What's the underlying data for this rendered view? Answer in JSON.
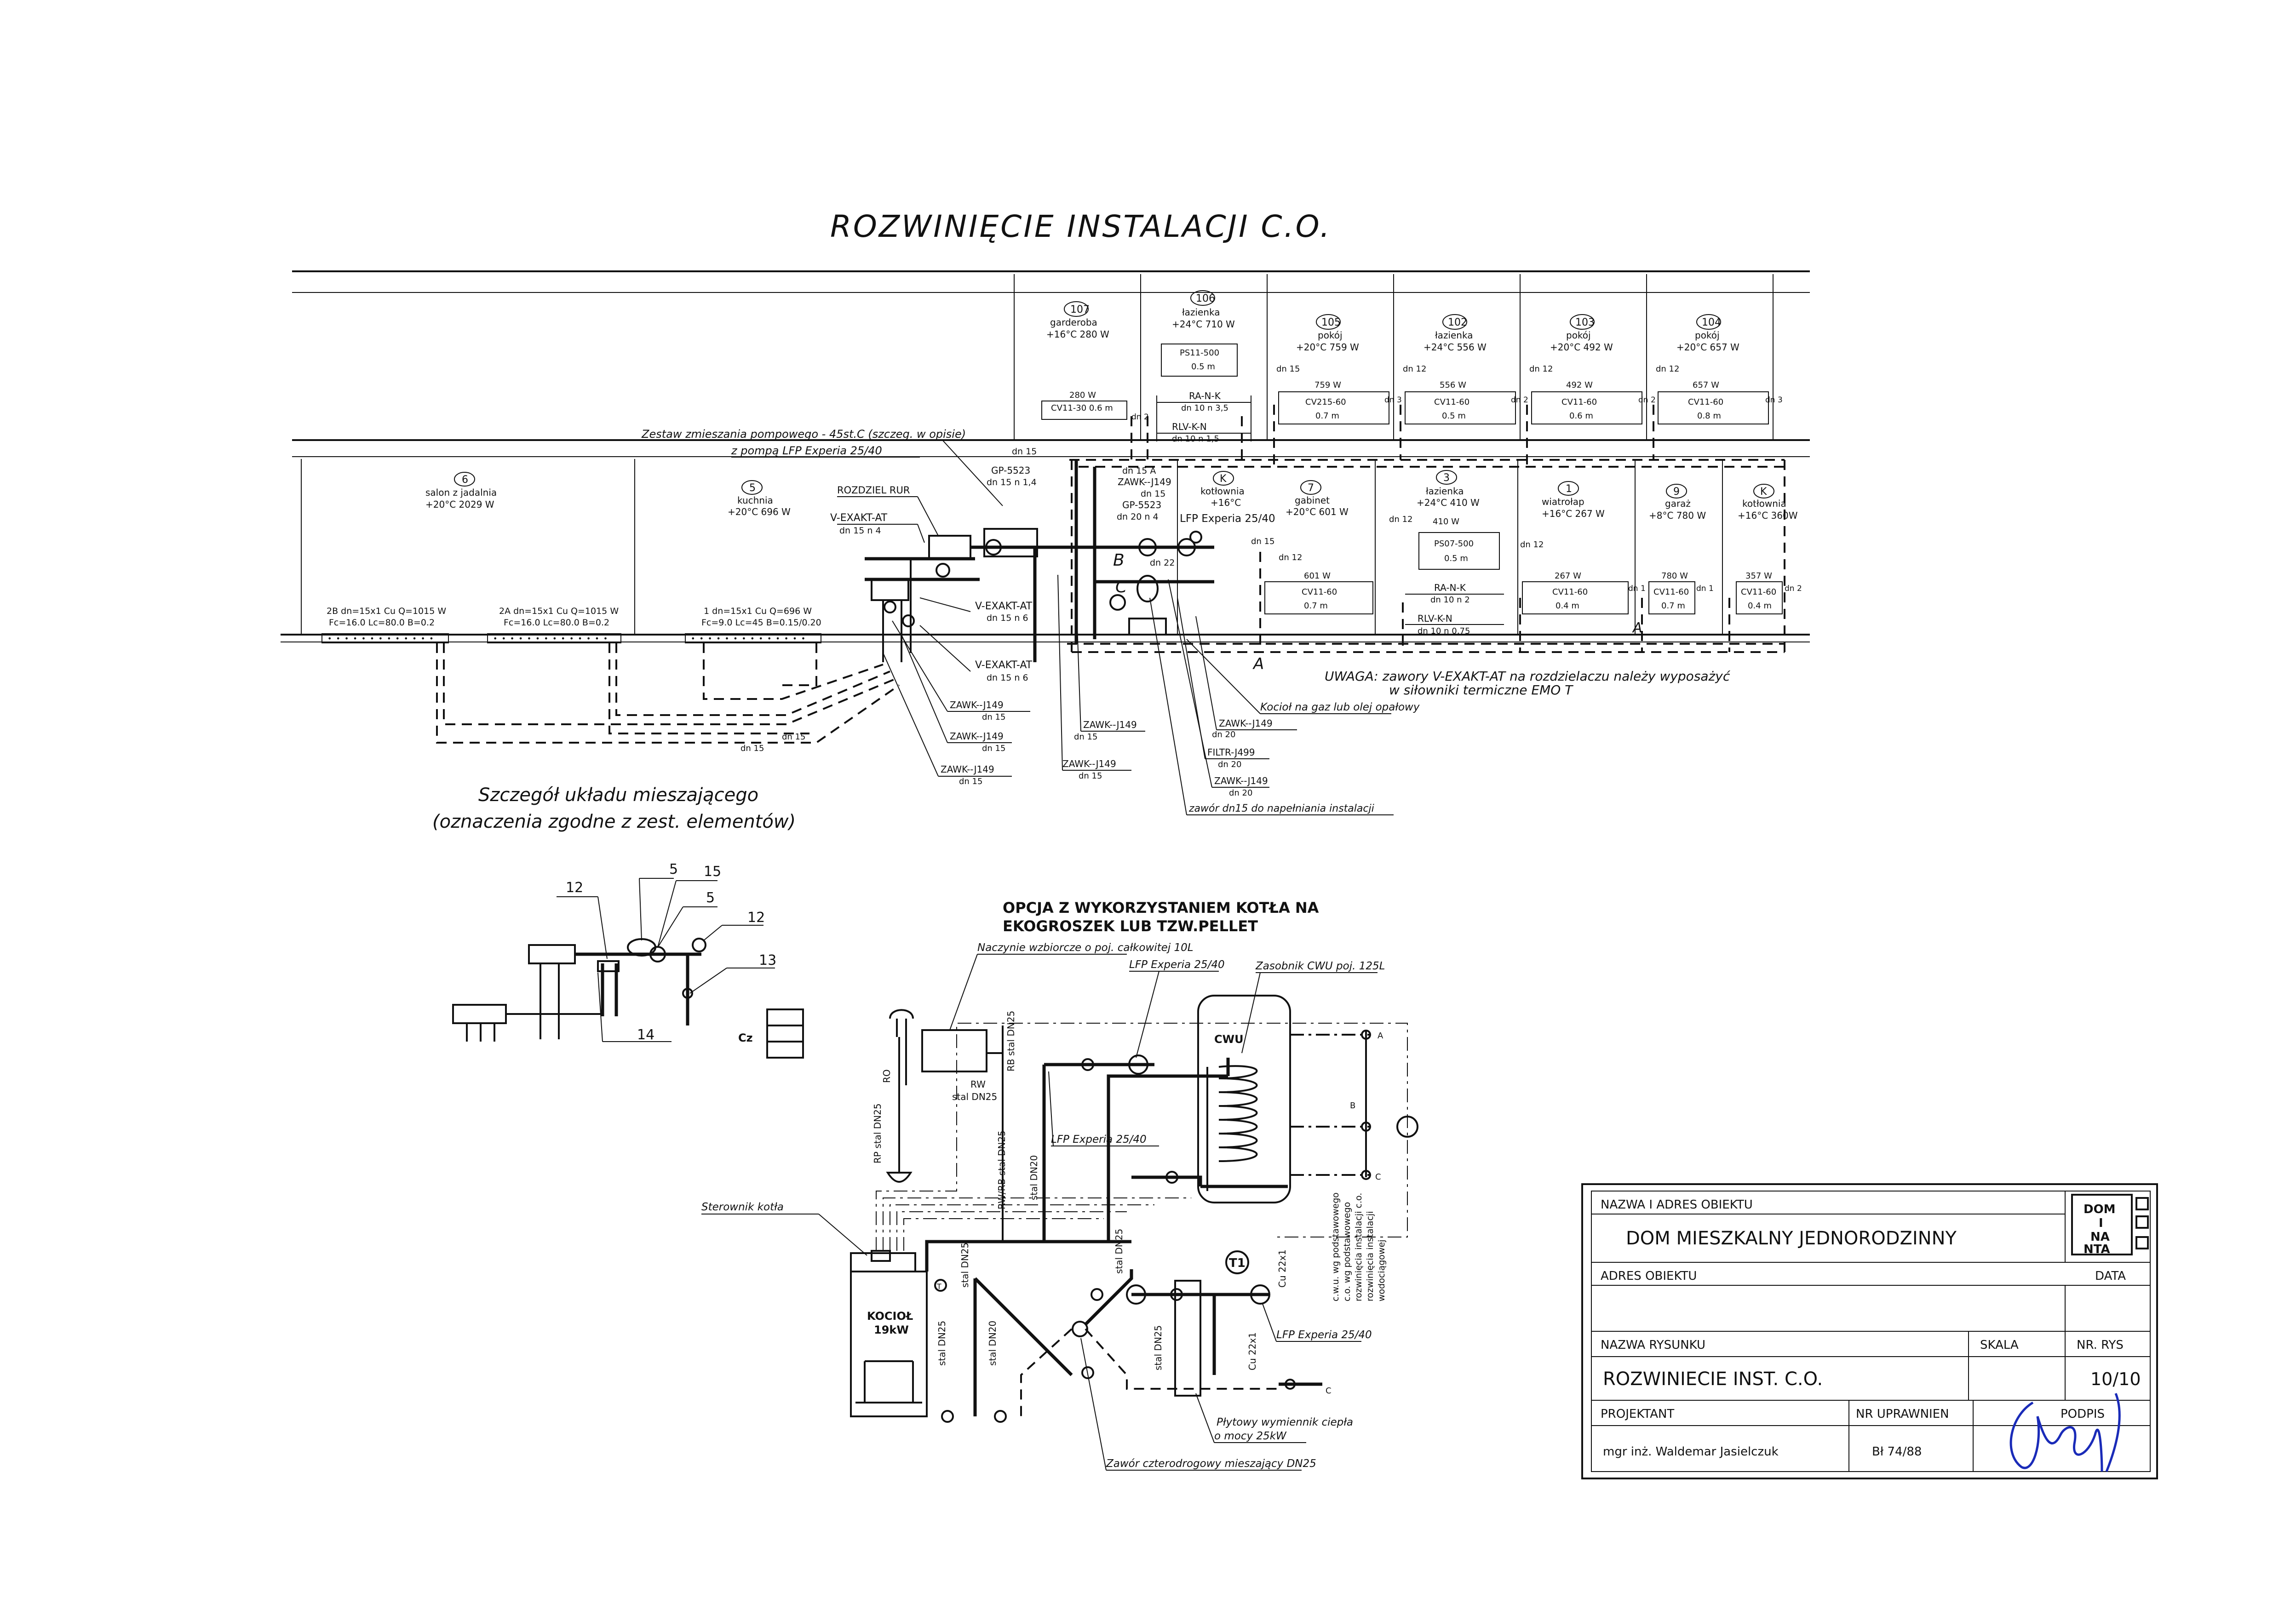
{
  "title": "ROZWINIĘCIE INSTALACJI C.O.",
  "rooms_upper": [
    {
      "num": "107",
      "name": "garderoba",
      "spec": "+16°C 280 W",
      "heater_w": "280 W",
      "heater": "CV11-30 0.6 m",
      "pipe": "dn 2"
    },
    {
      "num": "106",
      "name": "łazienka",
      "spec": "+24°C 710 W",
      "heater_w": "",
      "heater": "PS11-500",
      "len": "0.5 m",
      "valve1": "RA-N-K",
      "valve1_dn": "dn 10 n 3,5",
      "valve2": "RLV-K-N",
      "valve2_dn": "dn 10 n 1,5"
    },
    {
      "num": "105",
      "name": "pokój",
      "spec": "+20°C 759 W",
      "heater_w": "759 W",
      "heater": "CV215-60",
      "len": "0.7 m",
      "pipe": "dn 15",
      "pipe2": "dn 3"
    },
    {
      "num": "102",
      "name": "łazienka",
      "spec": "+24°C 556 W",
      "heater_w": "556 W",
      "heater": "CV11-60",
      "len": "0.5 m",
      "pipe": "dn 12",
      "pipe2": "dn 2"
    },
    {
      "num": "103",
      "name": "pokój",
      "spec": "+20°C 492 W",
      "heater_w": "492 W",
      "heater": "CV11-60",
      "len": "0.6 m",
      "pipe": "dn 12",
      "pipe2": "dn 2"
    },
    {
      "num": "104",
      "name": "pokój",
      "spec": "+20°C 657 W",
      "heater_w": "657 W",
      "heater": "CV11-60",
      "len": "0.8 m",
      "pipe": "dn 12",
      "pipe2": "dn 3"
    }
  ],
  "rooms_lower": [
    {
      "num": "6",
      "name": "salon z jadalnia",
      "spec": "+20°C 2029 W"
    },
    {
      "num": "5",
      "name": "kuchnia",
      "spec": "+20°C 696 W"
    },
    {
      "num": "K",
      "name": "kotłownia",
      "spec": "+16°C"
    },
    {
      "num": "7",
      "name": "gabinet",
      "spec": "+20°C 601 W",
      "heater_w": "601 W",
      "heater": "CV11-60",
      "len": "0.7 m",
      "pipe": "dn 15",
      "pipe2": "dn 12"
    },
    {
      "num": "3",
      "name": "łazienka",
      "spec": "+24°C 410 W",
      "heater_w": "410 W",
      "heater": "PS07-500",
      "len": "0.5 m",
      "valve1": "RA-N-K",
      "valve1_dn": "dn 10 n 2",
      "valve2": "RLV-K-N",
      "valve2_dn": "dn 10 n 0,75",
      "pipe": "dn 12"
    },
    {
      "num": "1",
      "name": "wiatrołap",
      "spec": "+16°C 267 W",
      "heater_w": "267 W",
      "heater": "CV11-60",
      "len": "0.4 m",
      "pipe": "dn 12",
      "pipe2": "dn 1"
    },
    {
      "num": "9",
      "name": "garaż",
      "spec": "+8°C 780 W",
      "heater_w": "780 W",
      "heater": "CV11-60",
      "len": "0.7 m",
      "pipe2": "dn 1"
    },
    {
      "num": "K",
      "name": "kotłownia",
      "spec": "+16°C 360W",
      "heater_w": "357 W",
      "heater": "CV11-60",
      "len": "0.4 m",
      "pipe2": "dn 2"
    }
  ],
  "floor_loops": [
    {
      "l1": "2B dn=15x1 Cu Q=1015 W",
      "l2": "Fc=16.0 Lc=80.0 B=0.2"
    },
    {
      "l1": "2A dn=15x1 Cu Q=1015 W",
      "l2": "Fc=16.0 Lc=80.0 B=0.2"
    },
    {
      "l1": "1 dn=15x1 Cu Q=696 W",
      "l2": "Fc=9.0 Lc=45 B=0.15/0.20"
    }
  ],
  "labels": {
    "mix_set": "Zestaw zmieszania pompowego - 45st.C (szczeg. w opisie)",
    "mix_pump": "z pompą LFP Experia 25/40",
    "distributor": "ROZDZIEL RUR",
    "vexakt1": "V-EXAKT-AT",
    "vexakt1_dn": "dn 15 n 4",
    "vexakt2": "V-EXAKT-AT",
    "vexakt2_dn": "dn 15 n 6",
    "vexakt3": "V-EXAKT-AT",
    "vexakt3_dn": "dn 15 n 6",
    "dn15a": "dn 15",
    "dn15b": "dn 15 n 1,4",
    "gp1": "GP-5523",
    "gp2": "GP-5523",
    "gp2_dn": "dn 20 n 4",
    "dn15A": "dn 15 A",
    "zawk1": "ZAWK--J149",
    "zawk1_dn": "dn 15",
    "lfp": "LFP Experia 25/40",
    "dn22": "dn 22",
    "zawk_a": "ZAWK--J149",
    "zawk_a_dn": "dn 15",
    "zawk_b": "ZAWK--J149",
    "zawk_b_dn": "dn 15",
    "zawk_c": "ZAWK--J149",
    "zawk_c_dn": "dn 15",
    "zawk_d": "ZAWK--J149",
    "zawk_d_dn": "dn 15",
    "zawk_e": "ZAWK--J149",
    "zawk_e_dn": "dn 15",
    "zawk_f": "ZAWK--J149",
    "zawk_f_dn": "dn 20",
    "filtr": "FILTR-J499",
    "filtr_dn": "dn 20",
    "zawk_g": "ZAWK--J149",
    "zawk_g_dn": "dn 20",
    "fill_valve": "zawór dn15 do napełniania instalacji",
    "boiler_gas": "Kocioł na gaz lub olej opałowy",
    "dn15_loop1": "dn 15",
    "dn15_loop2": "dn 15",
    "letterA": "A",
    "letterB": "B",
    "letterC": "C",
    "letterA2": "A",
    "note1": "UWAGA: zawory V-EXAKT-AT na rozdzielaczu należy wyposażyć",
    "note2": "w siłowniki termiczne EMO T"
  },
  "detail": {
    "title1": "Szczegół układu mieszającego",
    "title2": "(oznaczenia zgodne z zest. elementów)",
    "n12a": "12",
    "n5a": "5",
    "n15": "15",
    "n5b": "5",
    "n12b": "12",
    "n13": "13",
    "n14": "14"
  },
  "option": {
    "title1": "OPCJA Z WYKORZYSTANIEM KOTŁA NA",
    "title2": "EKOGROSZEK LUB TZW.PELLET",
    "expansion": "Naczynie wzbiorcze o poj. całkowitej 10L",
    "lfp_top": "LFP Experia 25/40",
    "cwu_tank": "Zasobnik CWU poj. 125L",
    "cwu": "CWU",
    "ro": "RO",
    "rb": "RB stal DN25",
    "rw": "RW",
    "rw_stal": "stal DN25",
    "rp": "RP stal DN25",
    "rwrb": "RW/RB stal DN25",
    "cz": "Cz",
    "lfp_mid": "LFP Experia 25/40",
    "stal_dn20": "stal DN20",
    "controller": "Sterownik kotła",
    "boiler": "KOCIOŁ",
    "boiler_kw": "19kW",
    "stal_dn25_a": "stal DN25",
    "stal_dn25_b": "stal DN25",
    "stal_dn20_b": "stal DN20",
    "stal_dn25_c": "stal DN25",
    "stal_dn25_d": "stal DN25",
    "cu22_a": "Cu 22x1",
    "cu22_b": "Cu 22x1",
    "t1": "T1",
    "t_small": "T",
    "lfp_bottom": "LFP Experia 25/40",
    "plate_hx1": "Płytowy wymiennik ciepła",
    "plate_hx2": "o mocy 25kW",
    "four_way": "Zawór czterodrogowy mieszający DN25",
    "side1": "c.o. wg podstawowego",
    "side2": "rozwinięcia instalacji c.o.",
    "side3": "c.w.u. wg podstawowego",
    "side4": "rozwinięcia instalacji",
    "side5": "wodociągowej",
    "A": "A",
    "B": "B",
    "C": "C",
    "C2": "C"
  },
  "titleblock": {
    "obj_label": "NAZWA I ADRES OBIEKTU",
    "obj_name": "DOM MIESZKALNY JEDNORODZINNY",
    "addr_label": "ADRES OBIEKTU",
    "date_label": "DATA",
    "logo1": "DOM",
    "logo2": "I",
    "logo3": "NA",
    "logo4": "NTA",
    "drawing_label": "NAZWA RYSUNKU",
    "scale_label": "SKALA",
    "num_label": "NR. RYS",
    "drawing_name": "ROZWINIECIE INST. C.O.",
    "drawing_num": "10/10",
    "designer_label": "PROJEKTANT",
    "perm_label": "NR UPRAWNIEN",
    "sign_label": "PODPIS",
    "designer": "mgr inż.  Waldemar Jasielczuk",
    "permit": "Bł 74/88"
  }
}
